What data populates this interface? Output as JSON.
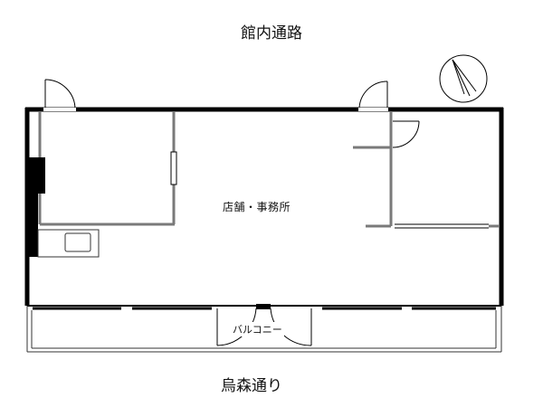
{
  "labels": {
    "top_corridor": "館内通路",
    "room": "店舗・事務所",
    "balcony": "バルコニー",
    "bottom_street": "烏森通り"
  },
  "colors": {
    "wall": "#000000",
    "partition": "#7a7a7a",
    "line": "#333333"
  },
  "icons": {
    "compass": "north-arrow-icon"
  }
}
